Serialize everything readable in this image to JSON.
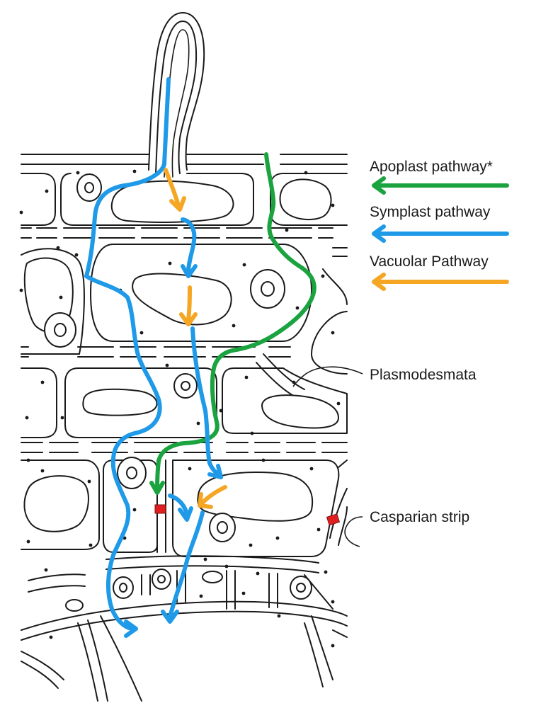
{
  "legend": {
    "items": [
      {
        "label": "Apoplast pathway*",
        "color": "#1aa33f"
      },
      {
        "label": "Symplast pathway",
        "color": "#1f9ae8"
      },
      {
        "label": "Vacuolar Pathway",
        "color": "#f5a623"
      }
    ]
  },
  "annotations": {
    "plasmodesmata": "Plasmodesmata",
    "casparian_strip": "Casparian strip"
  },
  "colors": {
    "apoplast": "#1aa33f",
    "symplast": "#1f9ae8",
    "vacuolar": "#f5a623",
    "casparian": "#e02020",
    "outline": "#1a1a1a"
  }
}
